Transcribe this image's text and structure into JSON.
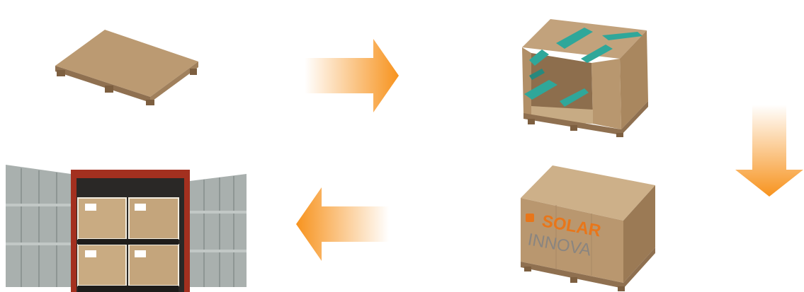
{
  "logo": {
    "line1": "SOLAR",
    "line2": "INNOVA"
  },
  "colors": {
    "arrow_start": "#ffffff",
    "arrow_end": "#f7931e",
    "cardboard": "#b9976f",
    "cardboard_light": "#cdb089",
    "cardboard_dark": "#9b7a55",
    "foam": "#2fa79a",
    "container_red": "#a3301f",
    "door_grey": "#a9b0ae",
    "logo_orange": "#e8761a",
    "logo_grey": "#8a8580"
  },
  "steps": [
    {
      "name": "empty-pallet"
    },
    {
      "name": "open-box-with-foam"
    },
    {
      "name": "closed-branded-box"
    },
    {
      "name": "loaded-container"
    }
  ],
  "arrows": [
    {
      "direction": "right"
    },
    {
      "direction": "down"
    },
    {
      "direction": "left"
    }
  ]
}
